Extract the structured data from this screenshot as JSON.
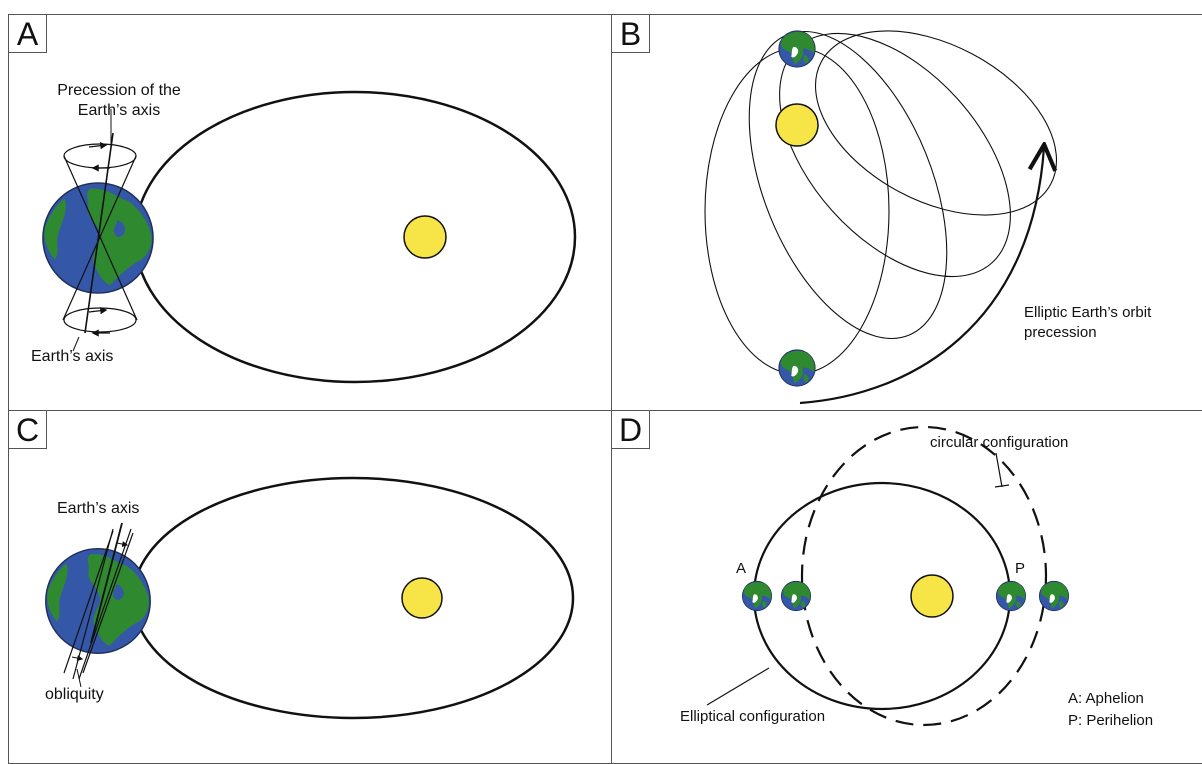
{
  "panels": [
    {
      "letter": "A",
      "labels": {
        "precession_axis": "Precession of the Earth’s axis",
        "earth_axis": "Earth’s axis"
      }
    },
    {
      "letter": "B",
      "labels": {
        "orbit_precession": "Elliptic Earth’s orbit precession"
      }
    },
    {
      "letter": "C",
      "labels": {
        "earth_axis": "Earth’s axis",
        "obliquity": "obliquity"
      }
    },
    {
      "letter": "D",
      "labels": {
        "circular": "circular configuration",
        "elliptical": "Elliptical configuration",
        "aphelion_marker": "A",
        "perihelion_marker": "P",
        "legend_aphelion": "A: Aphelion",
        "legend_perihelion": "P: Perihelion"
      }
    }
  ],
  "colors": {
    "sun": "#f7e547",
    "ocean": "#3557a8",
    "land": "#2f8a2f",
    "line": "#111111",
    "border": "#555555"
  }
}
